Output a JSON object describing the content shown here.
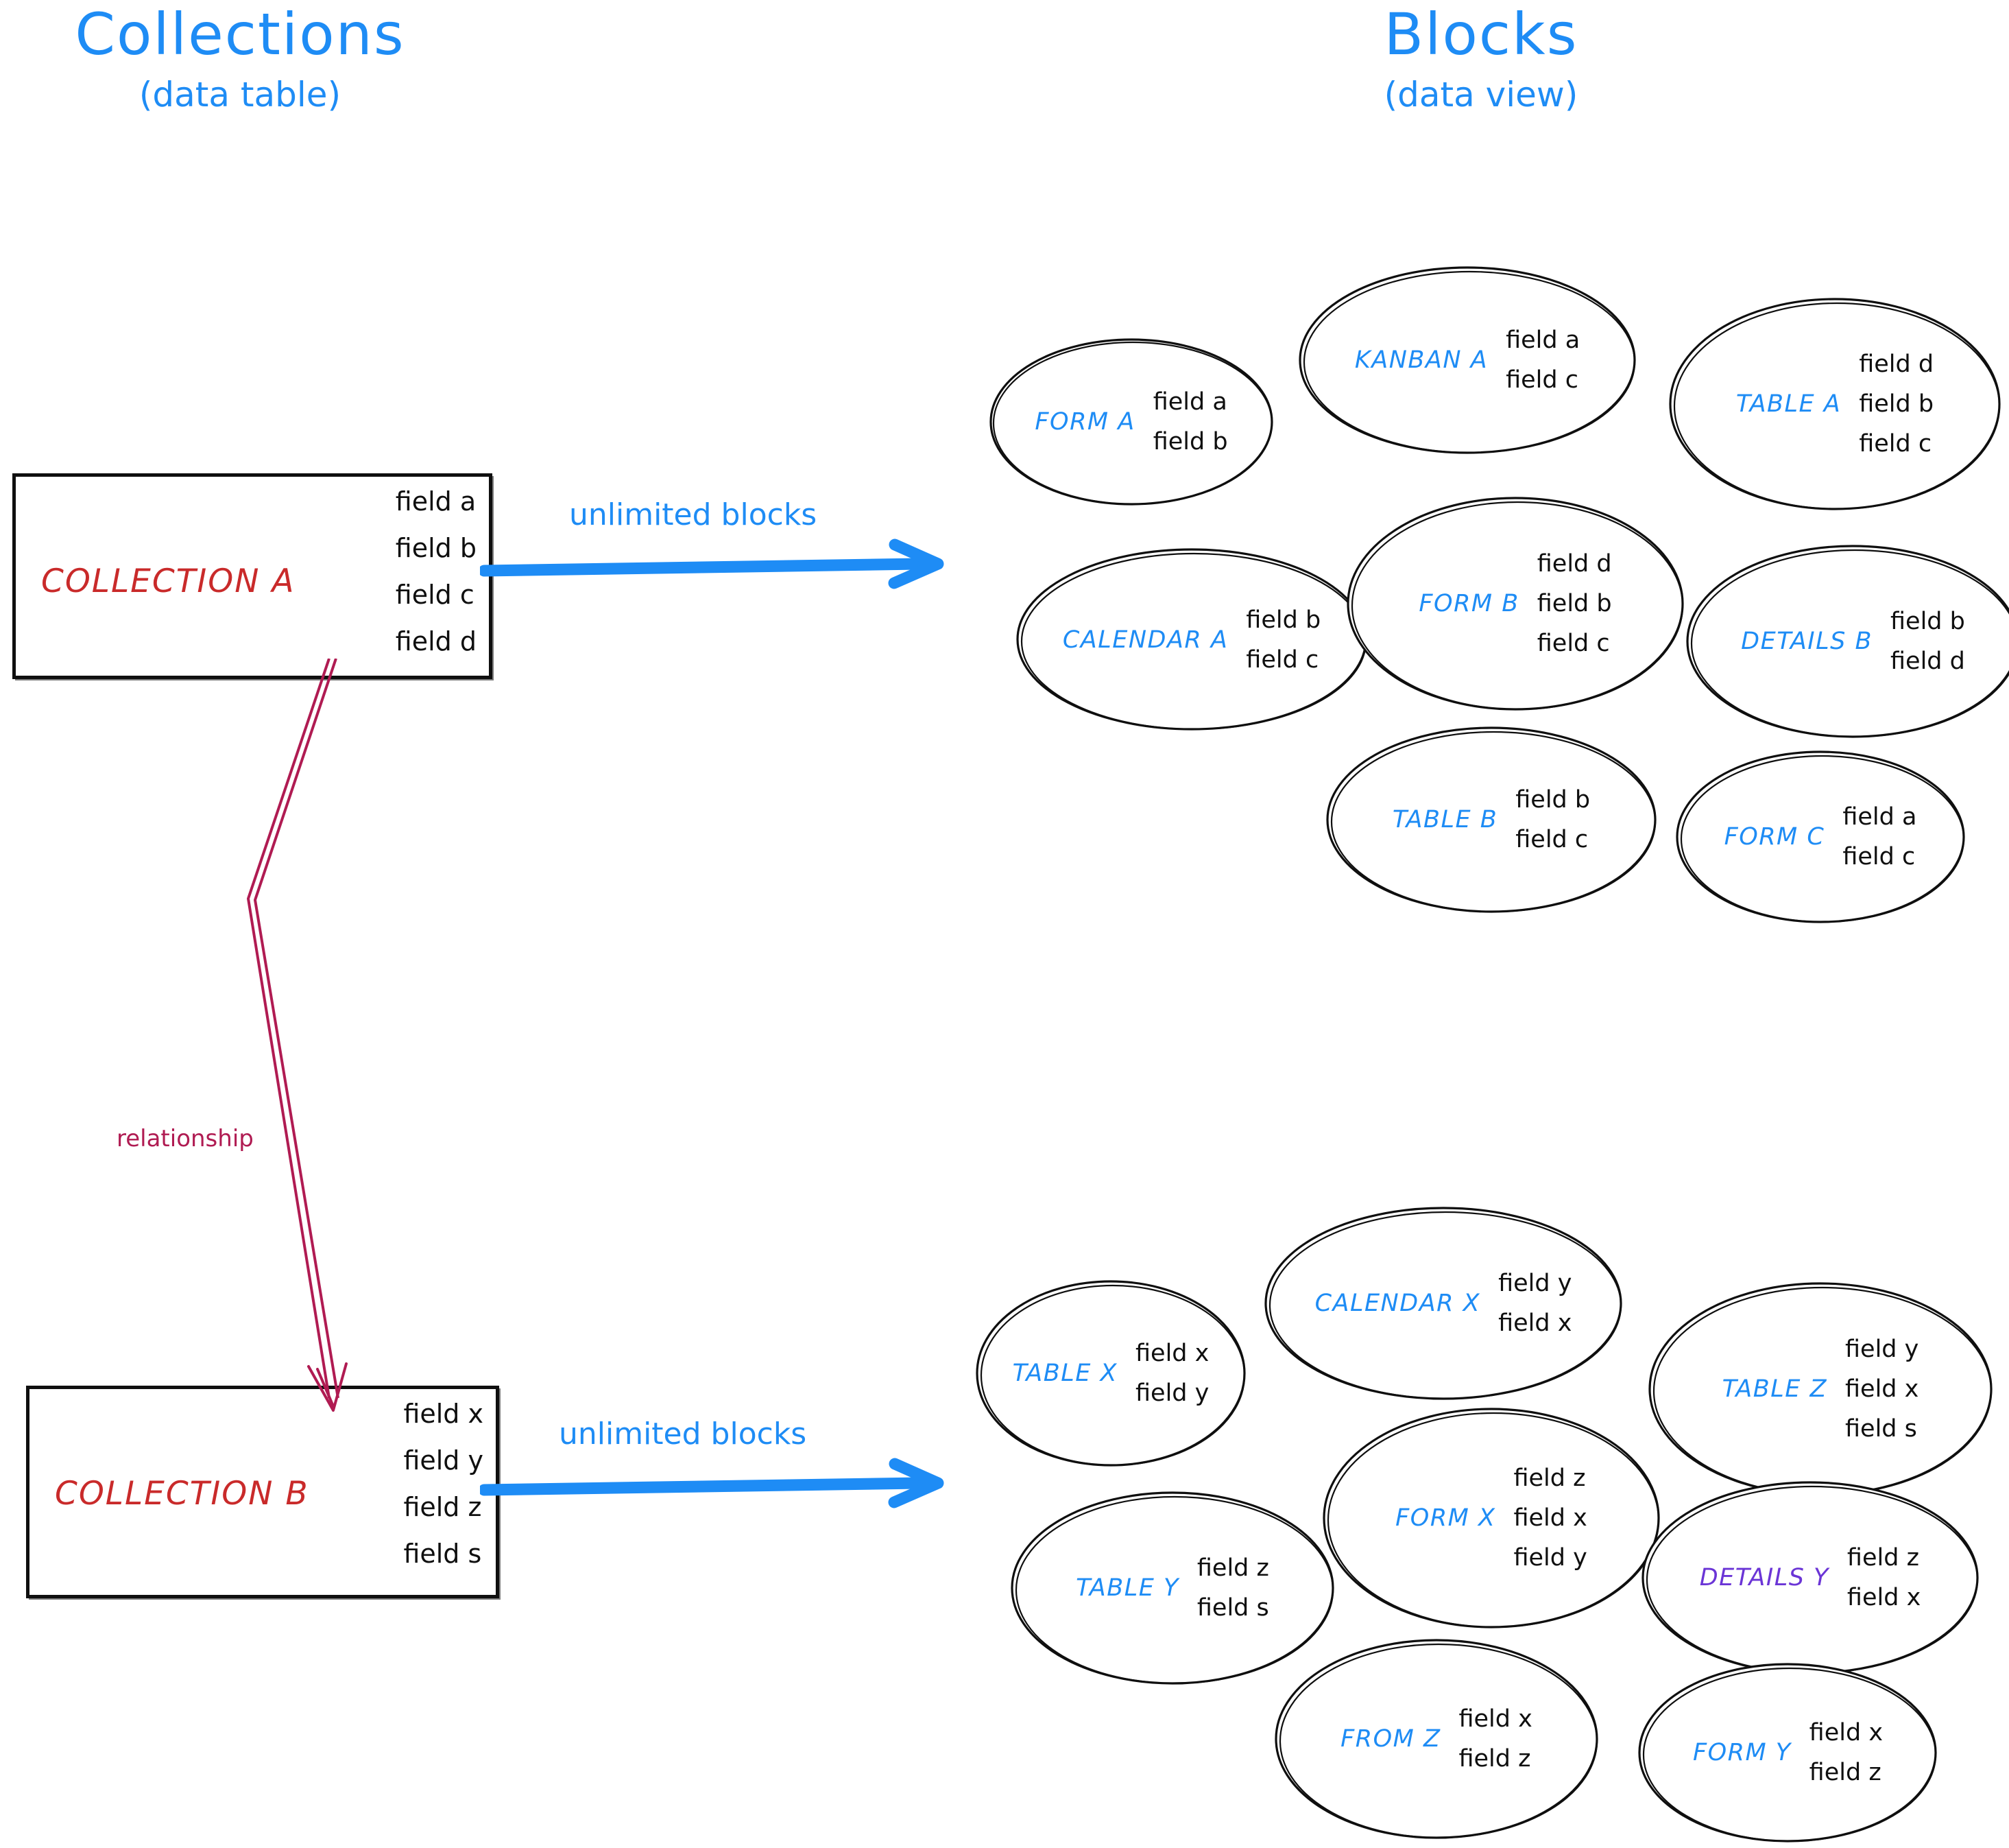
{
  "titles": {
    "left": {
      "main": "Collections",
      "sub": "(data table)"
    },
    "right": {
      "main": "Blocks",
      "sub": "(data view)"
    }
  },
  "colors": {
    "accent_blue": "#1E8CF5",
    "collection_red": "#C92A2A",
    "relationship_crimson": "#B01B52",
    "details_purple": "#6B35D6",
    "ink_black": "#0f0f0f"
  },
  "collections": [
    {
      "name": "COLLECTION A",
      "fields": [
        "field a",
        "field b",
        "field c",
        "field d"
      ]
    },
    {
      "name": "COLLECTION B",
      "fields": [
        "field x",
        "field y",
        "field z",
        "field s"
      ]
    }
  ],
  "connectors": {
    "flow_a_label": "unlimited blocks",
    "flow_b_label": "unlimited blocks",
    "relationship_label": "relationship"
  },
  "block_groups": [
    {
      "source": "COLLECTION A",
      "blocks": [
        {
          "label": "FORM A",
          "color": "blue",
          "fields": [
            "field a",
            "field b"
          ]
        },
        {
          "label": "KANBAN A",
          "color": "blue",
          "fields": [
            "field a",
            "field c"
          ]
        },
        {
          "label": "TABLE A",
          "color": "blue",
          "fields": [
            "field d",
            "field b",
            "field c"
          ]
        },
        {
          "label": "CALENDAR A",
          "color": "blue",
          "fields": [
            "field b",
            "field c"
          ]
        },
        {
          "label": "FORM B",
          "color": "blue",
          "fields": [
            "field d",
            "field b",
            "field c"
          ]
        },
        {
          "label": "DETAILS B",
          "color": "blue",
          "fields": [
            "field b",
            "field d"
          ]
        },
        {
          "label": "TABLE B",
          "color": "blue",
          "fields": [
            "field b",
            "field c"
          ]
        },
        {
          "label": "FORM C",
          "color": "blue",
          "fields": [
            "field a",
            "field c"
          ]
        }
      ]
    },
    {
      "source": "COLLECTION B",
      "blocks": [
        {
          "label": "TABLE X",
          "color": "blue",
          "fields": [
            "field x",
            "field y"
          ]
        },
        {
          "label": "CALENDAR X",
          "color": "blue",
          "fields": [
            "field y",
            "field x"
          ]
        },
        {
          "label": "TABLE Z",
          "color": "blue",
          "fields": [
            "field y",
            "field x",
            "field s"
          ]
        },
        {
          "label": "TABLE Y",
          "color": "blue",
          "fields": [
            "field z",
            "field s"
          ]
        },
        {
          "label": "FORM X",
          "color": "blue",
          "fields": [
            "field z",
            "field x",
            "field y"
          ]
        },
        {
          "label": "DETAILS Y",
          "color": "purple",
          "fields": [
            "field z",
            "field x"
          ]
        },
        {
          "label": "FROM Z",
          "color": "blue",
          "fields": [
            "field x",
            "field z"
          ]
        },
        {
          "label": "FORM Y",
          "color": "blue",
          "fields": [
            "field x",
            "field z"
          ]
        }
      ]
    }
  ]
}
